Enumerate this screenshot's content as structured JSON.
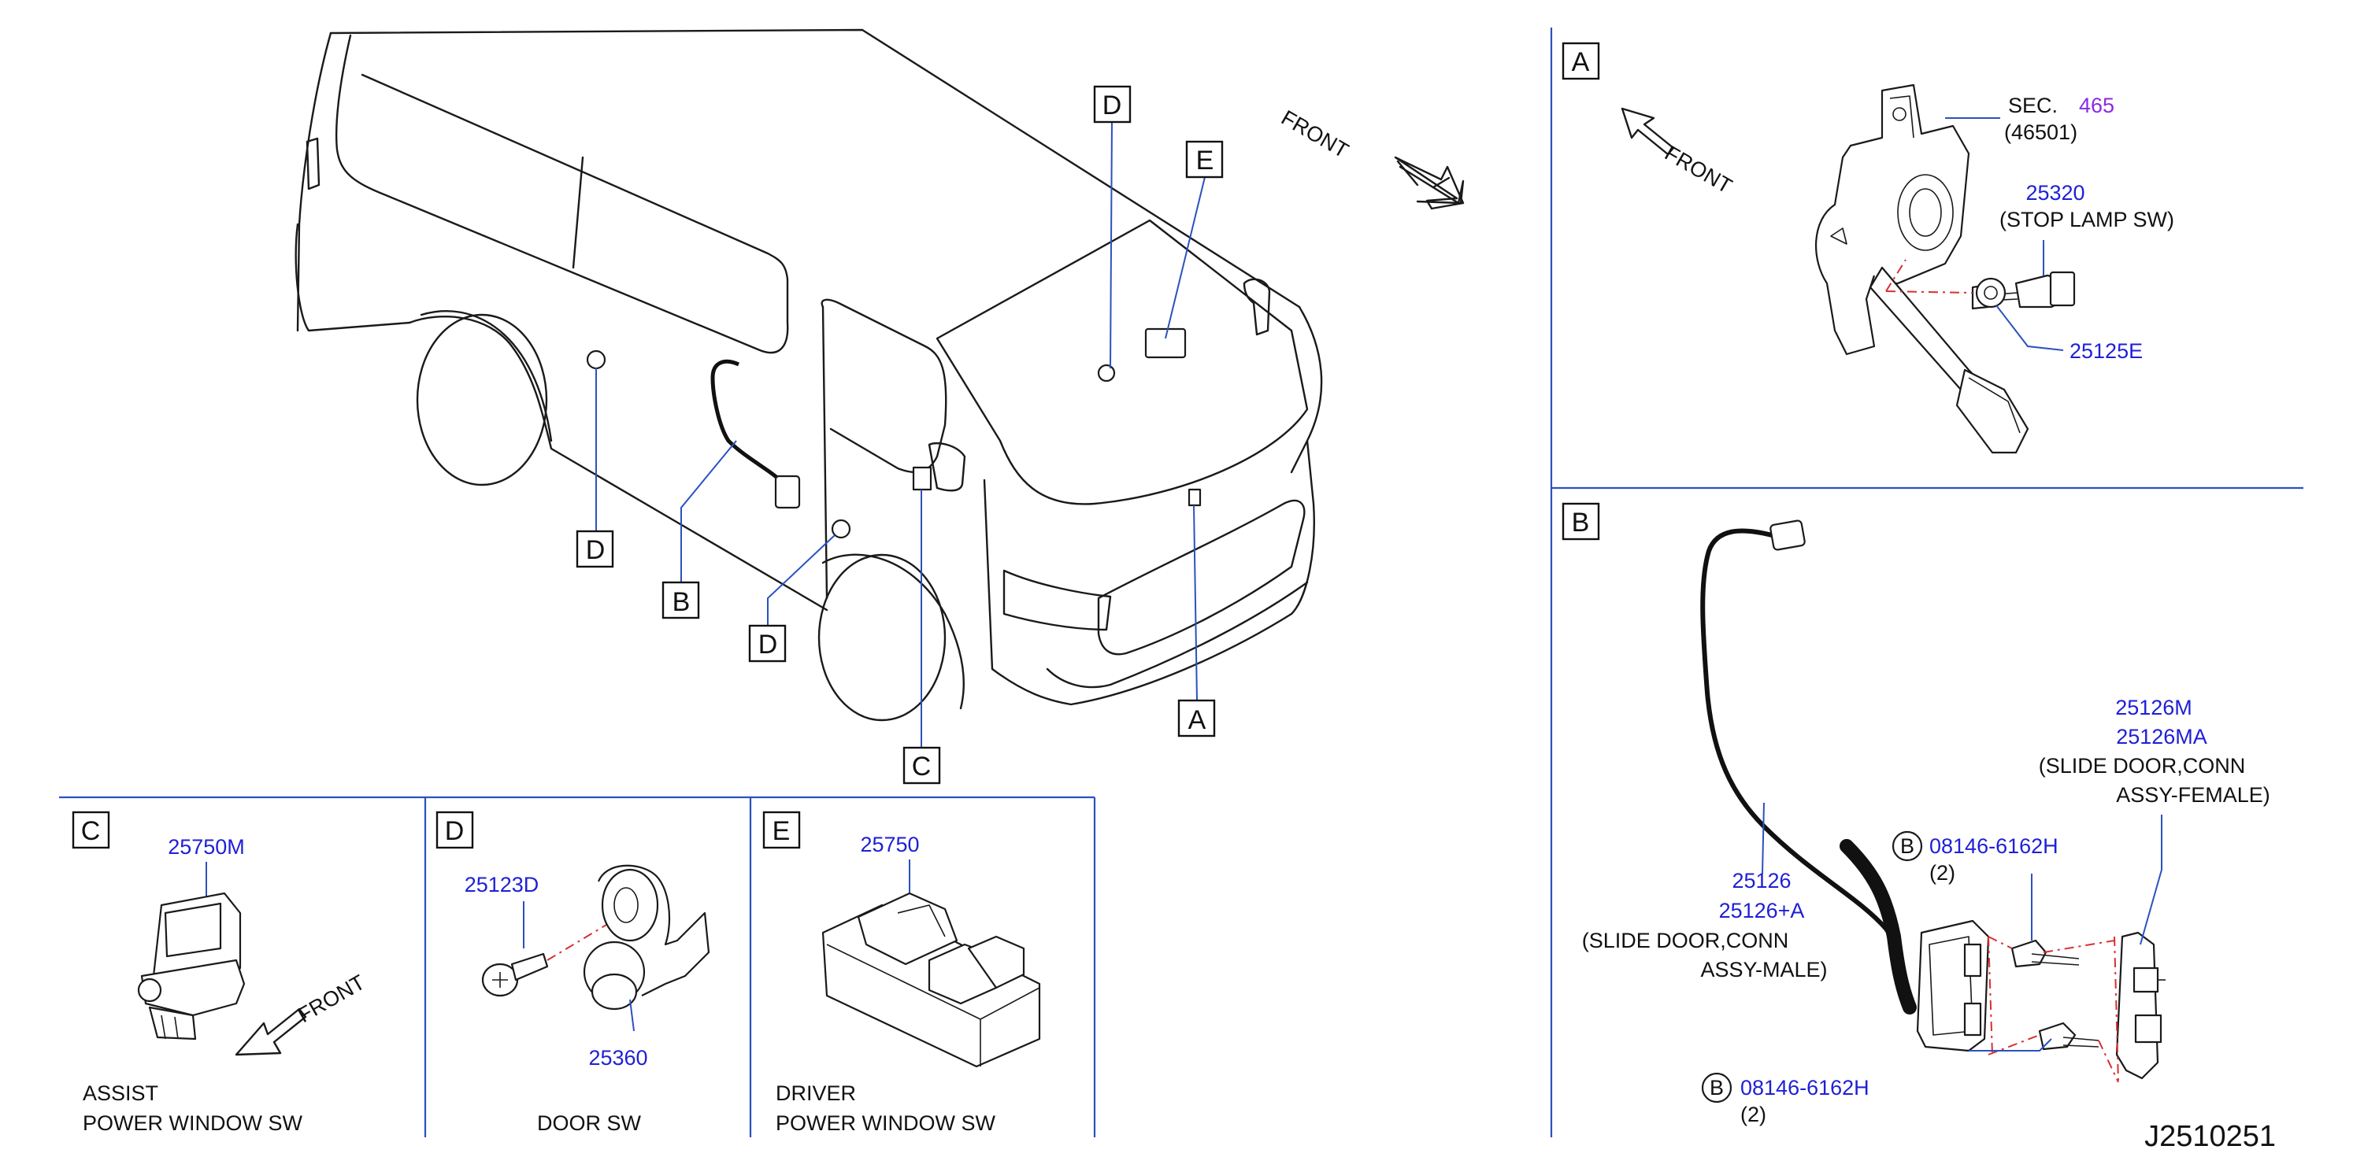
{
  "diagram_code": "J2510251",
  "main_view": {
    "front_label": "FRONT",
    "callouts": [
      "D",
      "E",
      "D",
      "B",
      "D",
      "C",
      "A"
    ]
  },
  "panel_A": {
    "letter": "A",
    "front_label": "FRONT",
    "sec_prefix": "SEC.",
    "sec_number": "465",
    "sec_sub": "(46501)",
    "stop_lamp_part": "25320",
    "stop_lamp_desc": "(STOP   LAMP   SW)",
    "clip_part": "25125E"
  },
  "panel_B": {
    "letter": "B",
    "female_parts": [
      "25126M",
      "25126MA"
    ],
    "female_desc_1": "(SLIDE   DOOR,CONN",
    "female_desc_2": "ASSY-FEMALE)",
    "male_parts": [
      "25126",
      "25126+A"
    ],
    "male_desc_1": "(SLIDE   DOOR,CONN",
    "male_desc_2": "ASSY-MALE)",
    "bolt_marker": "B",
    "bolt_part": "08146-6162H",
    "bolt_qty": "(2)"
  },
  "panel_C": {
    "letter": "C",
    "part": "25750M",
    "front_label": "FRONT",
    "caption_1": "ASSIST",
    "caption_2": "POWER   WINDOW   SW"
  },
  "panel_D": {
    "letter": "D",
    "screw_part": "25123D",
    "switch_part": "25360",
    "caption": "DOOR   SW"
  },
  "panel_E": {
    "letter": "E",
    "part": "25750",
    "caption_1": "DRIVER",
    "caption_2": "POWER   WINDOW   SW"
  },
  "colors": {
    "part_number": "#1f1fd6",
    "section_ref": "#8a2be2",
    "leader": "#2a52be",
    "center_line": "#d83030",
    "line": "#1a1a1a"
  }
}
